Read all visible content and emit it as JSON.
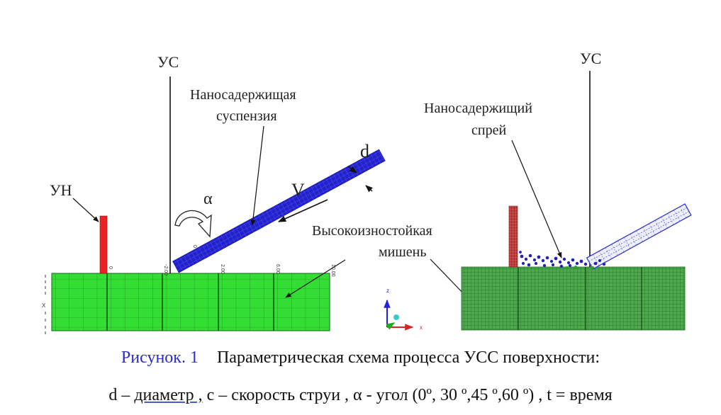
{
  "left_panel": {
    "label_us": "УС",
    "label_un": "УН",
    "label_suspension_line1": "Наносадержищая",
    "label_suspension_line2": "суспензия",
    "label_d": "d",
    "label_v": "V",
    "label_alpha": "α",
    "label_target_line1": "Высокоизностойкая",
    "label_target_line2": "мишень",
    "axis_x_letter": "X",
    "ruler_ticks": [
      "0",
      "-2.00",
      "0",
      "2.00",
      "6.00",
      "10.00"
    ]
  },
  "right_panel": {
    "label_us": "УС",
    "label_spray_line1": "Наносадержищий",
    "label_spray_line2": "спрей"
  },
  "triad": {
    "z": "z",
    "x": "x"
  },
  "caption": {
    "figure": "Рисунок. 1",
    "line1": "Параметрическая схема процесса УСС поверхности:",
    "line2_a": "d – ",
    "line2_underlined": "диаметр ,",
    "line2_b": " с – скорость струи , α - угол (0º, 30 º,45 º,60 º) , t = время"
  },
  "colors": {
    "target_green": "#33dd33",
    "jet_blue": "#2020cc",
    "nozzle_red": "#ee2222",
    "figure_label_blue": "#2b2bd6"
  }
}
